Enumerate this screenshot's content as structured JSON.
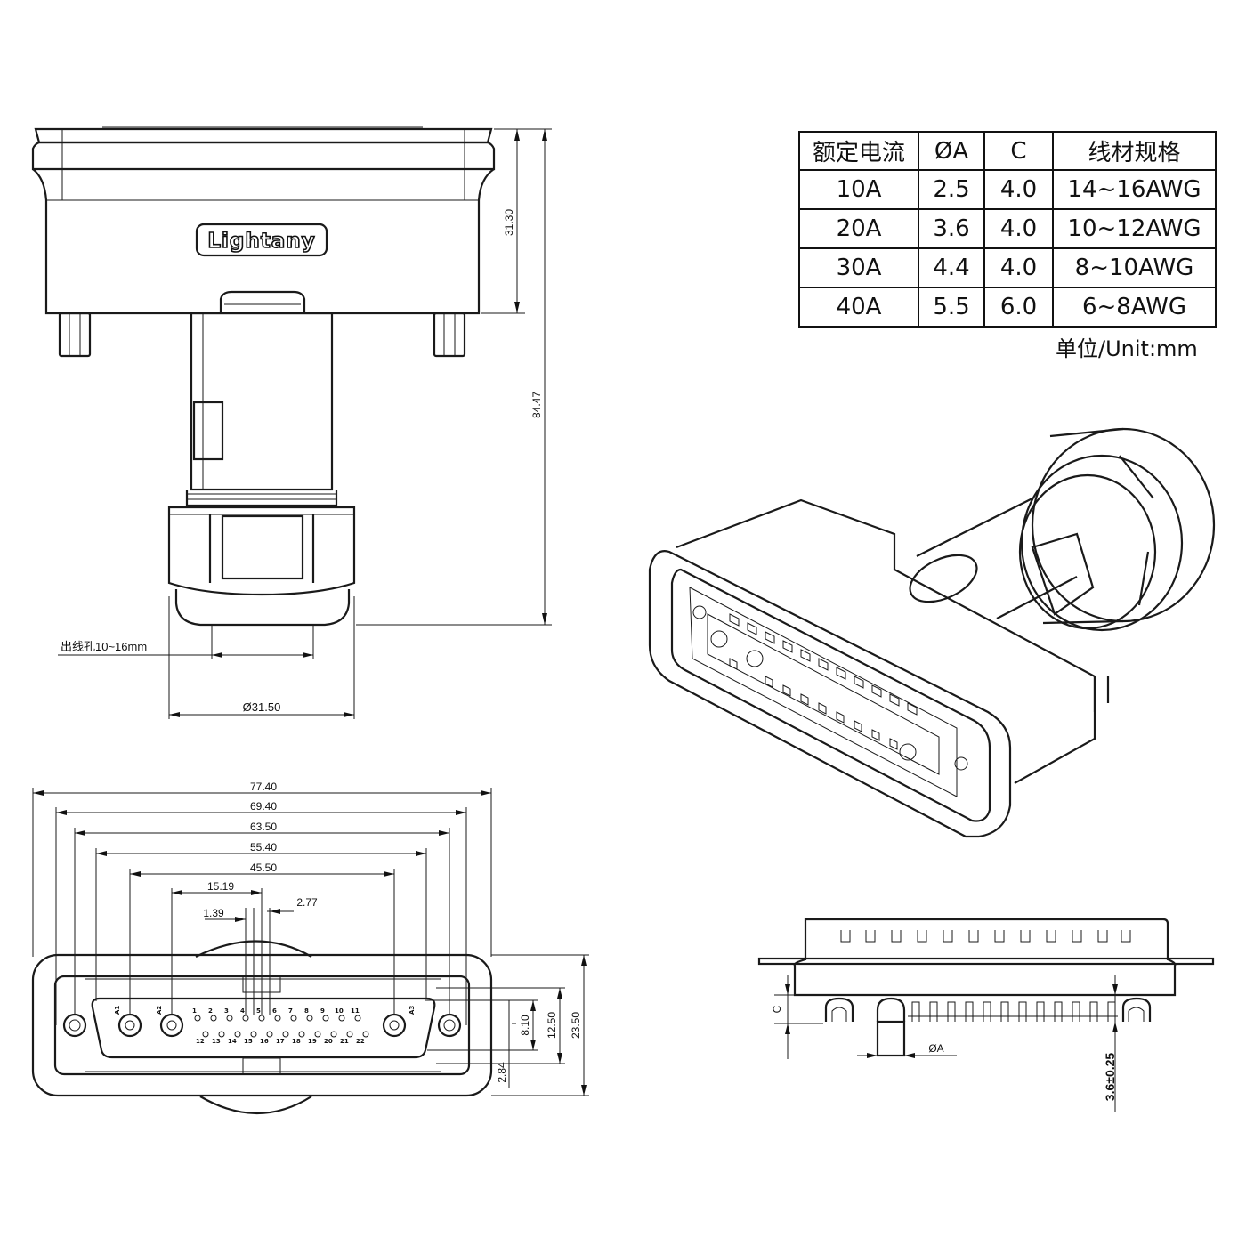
{
  "brand": {
    "name": "Lightany"
  },
  "spec_table": {
    "headers": [
      "额定电流",
      "ØA",
      "C",
      "线材规格"
    ],
    "rows": [
      [
        "10A",
        "2.5",
        "4.0",
        "14~16AWG"
      ],
      [
        "20A",
        "3.6",
        "4.0",
        "10~12AWG"
      ],
      [
        "30A",
        "4.4",
        "4.0",
        "8~10AWG"
      ],
      [
        "40A",
        "5.5",
        "6.0",
        "6~8AWG"
      ]
    ]
  },
  "unit_note": "单位/Unit:mm",
  "side_view": {
    "dim_height_top": "31.30",
    "dim_height_total": "84.47",
    "cable_hole_label": "出线孔10~16mm",
    "dim_nut_diameter": "Ø31.50"
  },
  "front_view": {
    "dims_width": [
      "77.40",
      "69.40",
      "63.50",
      "55.40",
      "45.50"
    ],
    "dim_pitch_15": "15.19",
    "dim_pitch_small_a": "1.39",
    "dim_pitch_small_b": "2.77",
    "dims_height": [
      "8.10",
      "12.50",
      "23.50"
    ],
    "dim_offset": "2.84",
    "pin_labels_row1": [
      "1",
      "2",
      "3",
      "4",
      "5",
      "6",
      "7",
      "8",
      "9",
      "10",
      "11"
    ],
    "pin_labels_row2": [
      "12",
      "13",
      "14",
      "15",
      "16",
      "17",
      "18",
      "19",
      "20",
      "21",
      "22"
    ],
    "coax_labels": [
      "A1",
      "A2",
      "A3"
    ]
  },
  "pcb_view": {
    "label_c": "C",
    "label_phi_a": "ØA",
    "dim_pin_length": "3.6±0.25"
  }
}
